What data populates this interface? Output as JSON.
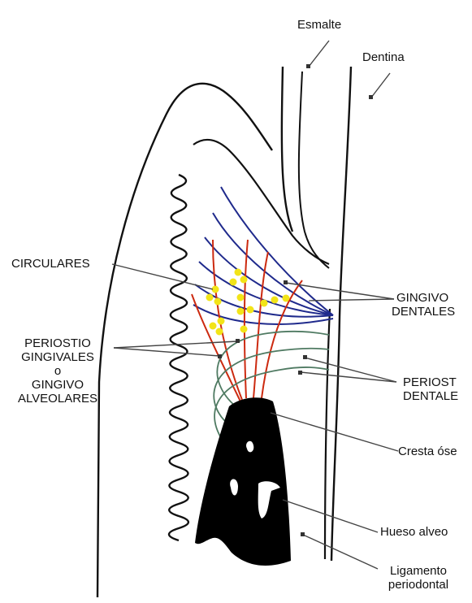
{
  "labels": {
    "esmalte": "Esmalte",
    "dentina": "Dentina",
    "circulares": "CIRCULARES",
    "periostio_gingivales": [
      "PERIOSTIO",
      "GINGIVALES",
      "o",
      "GINGIVO",
      "ALVEOLARES"
    ],
    "gingivo_dentales": [
      "GINGIVO",
      "DENTALES"
    ],
    "periosto_dentales": [
      "PERIOST",
      "DENTALE"
    ],
    "cresta": "Cresta óse",
    "hueso": "Hueso alveo",
    "ligamento": [
      "Ligamento",
      "periodontal"
    ]
  },
  "colors": {
    "outline": "#111111",
    "gingivo_dentales_fibers": "#1f2a8c",
    "periostio_gingivales_fibers": "#cc2a10",
    "periosto_dentales_fibers": "#4f7a62",
    "circulares_dots": "#f2e418",
    "bone": "#000000"
  }
}
